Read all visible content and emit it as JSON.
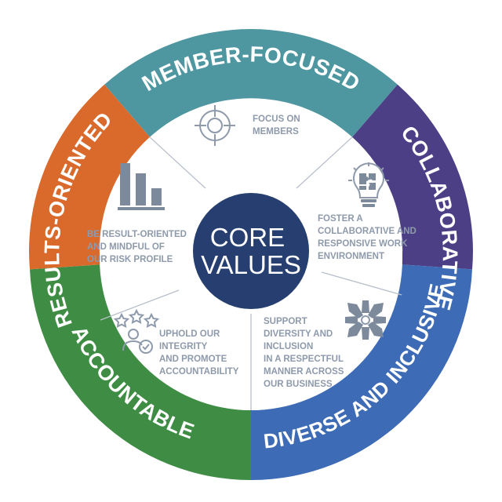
{
  "center": {
    "line1": "CORE",
    "line2": "VALUES"
  },
  "colors": {
    "member_focused": "#4e97a1",
    "collaborative": "#4d3f86",
    "diverse_inclusive": "#3e6bb5",
    "accountable": "#3f8d45",
    "results_oriented": "#d96a2c",
    "core": "#263e70",
    "text": "#8e9aab"
  },
  "segments": [
    {
      "key": "member_focused",
      "label": "MEMBER-FOCUSED",
      "icon": "target-icon",
      "description": [
        "FOCUS ON",
        "MEMBERS"
      ]
    },
    {
      "key": "collaborative",
      "label": "COLLABORATIVE",
      "icon": "lightbulb-puzzle-icon",
      "description": [
        "FOSTER A",
        "COLLABORATIVE AND",
        "RESPONSIVE WORK",
        "ENVIRONMENT"
      ]
    },
    {
      "key": "diverse_inclusive",
      "label": "DIVERSE AND INCLUSIVE",
      "icon": "hands-together-icon",
      "description": [
        "SUPPORT",
        "DIVERSITY AND",
        "INCLUSION",
        "IN A RESPECTFUL",
        "MANNER ACROSS",
        "OUR BUSINESS"
      ]
    },
    {
      "key": "accountable",
      "label": "ACCOUNTABLE",
      "icon": "person-stars-check-icon",
      "description": [
        "UPHOLD OUR",
        "INTEGRITY",
        "AND PROMOTE",
        "ACCOUNTABILITY"
      ]
    },
    {
      "key": "results_oriented",
      "label": "RESULTS-ORIENTED",
      "icon": "bar-chart-icon",
      "description": [
        "BE RESULT-ORIENTED",
        "AND MINDFUL OF",
        "OUR RISK PROFILE"
      ]
    }
  ]
}
